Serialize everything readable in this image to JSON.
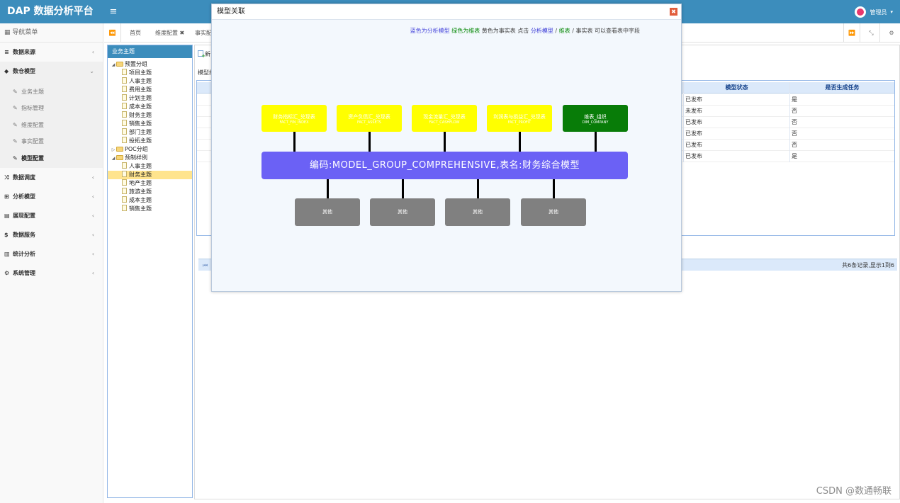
{
  "app": {
    "title": "DAP 数据分析平台",
    "menu_icon": "≡"
  },
  "user": {
    "name": "管理员",
    "caret": "▾",
    "icon": "avatar-icon"
  },
  "sidebar": {
    "header": "导航菜单",
    "items": [
      {
        "label": "数据来源",
        "icon": "database-icon",
        "glyph": "≡",
        "arrow": "‹"
      },
      {
        "label": "数仓模型",
        "icon": "cubes-icon",
        "glyph": "◆",
        "arrow": "⌄",
        "open": true,
        "children": [
          {
            "label": "业务主题",
            "glyph": "✎"
          },
          {
            "label": "指标管理",
            "glyph": "✎"
          },
          {
            "label": "维度配置",
            "glyph": "✎"
          },
          {
            "label": "事实配置",
            "glyph": "✎"
          },
          {
            "label": "模型配置",
            "glyph": "✎",
            "active": true
          }
        ]
      },
      {
        "label": "数据调度",
        "icon": "shuffle-icon",
        "glyph": "⤨",
        "arrow": "‹"
      },
      {
        "label": "分析模型",
        "icon": "sitemap-icon",
        "glyph": "⊞",
        "arrow": "‹"
      },
      {
        "label": "展现配置",
        "icon": "film-icon",
        "glyph": "▤",
        "arrow": "‹"
      },
      {
        "label": "数据服务",
        "icon": "dollar-icon",
        "glyph": "$",
        "arrow": "‹"
      },
      {
        "label": "统计分析",
        "icon": "bar-chart-icon",
        "glyph": "▥",
        "arrow": "‹"
      },
      {
        "label": "系统管理",
        "icon": "gear-icon",
        "glyph": "⚙",
        "arrow": "‹"
      }
    ]
  },
  "tabs": {
    "back": "⏪",
    "forward": "⏩",
    "fullscreen": "⤡",
    "settings": "⚙",
    "items": [
      "首页",
      "维度配置 ✖",
      "事实配"
    ]
  },
  "tree": {
    "title": "业务主题",
    "rows": [
      {
        "label": "预置分组",
        "type": "folder",
        "toggle": "◢",
        "level": 0
      },
      {
        "label": "项目主题",
        "type": "file",
        "level": 1
      },
      {
        "label": "人事主题",
        "type": "file",
        "level": 1
      },
      {
        "label": "费用主题",
        "type": "file",
        "level": 1
      },
      {
        "label": "计划主题",
        "type": "file",
        "level": 1
      },
      {
        "label": "成本主题",
        "type": "file",
        "level": 1
      },
      {
        "label": "财务主题",
        "type": "file",
        "level": 1
      },
      {
        "label": "销售主题",
        "type": "file",
        "level": 1
      },
      {
        "label": "部门主题",
        "type": "file",
        "level": 1
      },
      {
        "label": "投拓主题",
        "type": "file",
        "level": 1
      },
      {
        "label": "POC分组",
        "type": "folder",
        "toggle": "▷",
        "level": 0
      },
      {
        "label": "预制样例",
        "type": "folder",
        "toggle": "◢",
        "level": 0
      },
      {
        "label": "人事主题",
        "type": "file",
        "level": 1
      },
      {
        "label": "财务主题",
        "type": "file",
        "level": 1,
        "selected": true
      },
      {
        "label": "地产主题",
        "type": "file",
        "level": 1
      },
      {
        "label": "旅游主题",
        "type": "file",
        "level": 1
      },
      {
        "label": "成本主题",
        "type": "file",
        "level": 1
      },
      {
        "label": "销售主题",
        "type": "file",
        "level": 1
      }
    ]
  },
  "main": {
    "add_label": "新",
    "grid_title": "模型维",
    "columns": [
      "模型状态",
      "是否生成任务"
    ],
    "rows": [
      [
        "已发布",
        "是"
      ],
      [
        "未发布",
        "否"
      ],
      [
        "已发布",
        "否"
      ],
      [
        "已发布",
        "否"
      ],
      [
        "已发布",
        "否"
      ],
      [
        "已发布",
        "是"
      ]
    ],
    "pager_first": "⏮",
    "pager_info": "共6条记录,显示1到6"
  },
  "modal": {
    "title": "模型关联",
    "close": "✖",
    "legend": {
      "blue": "蓝色为分析模型",
      "green": "绿色为维表",
      "yellow": "黄色为事实表",
      "click": "点击",
      "link_model": "分析模型",
      "sep1": "/",
      "link_dim": "维表",
      "sep2": "/",
      "fact": "事实表",
      "tail": "可以查看表中字段"
    },
    "top_boxes": [
      {
        "kind": "fact",
        "line1": "财务指标汇_兑现表",
        "line2": "FACT_FIN_INDEX"
      },
      {
        "kind": "fact",
        "line1": "资产负债汇_兑现表",
        "line2": "FACT_ASSETS"
      },
      {
        "kind": "fact",
        "line1": "现金流量汇_兑现表",
        "line2": "FACT_CASHFLOW"
      },
      {
        "kind": "fact",
        "line1": "利润表与损益汇_兑现表",
        "line2": "FACT_PROFIT"
      },
      {
        "kind": "dim",
        "line1": "维表_组织",
        "line2": "DIM_COMPANY"
      }
    ],
    "model_label": "编码:MODEL_GROUP_COMPREHENSIVE,表名:财务综合模型",
    "bottom_boxes": [
      "其他",
      "其他",
      "其他",
      "其他"
    ],
    "colors": {
      "fact": "#ffff00",
      "dim": "#087c08",
      "model": "#6b61f5",
      "other": "#808080"
    }
  },
  "watermark": "CSDN @数通畅联"
}
